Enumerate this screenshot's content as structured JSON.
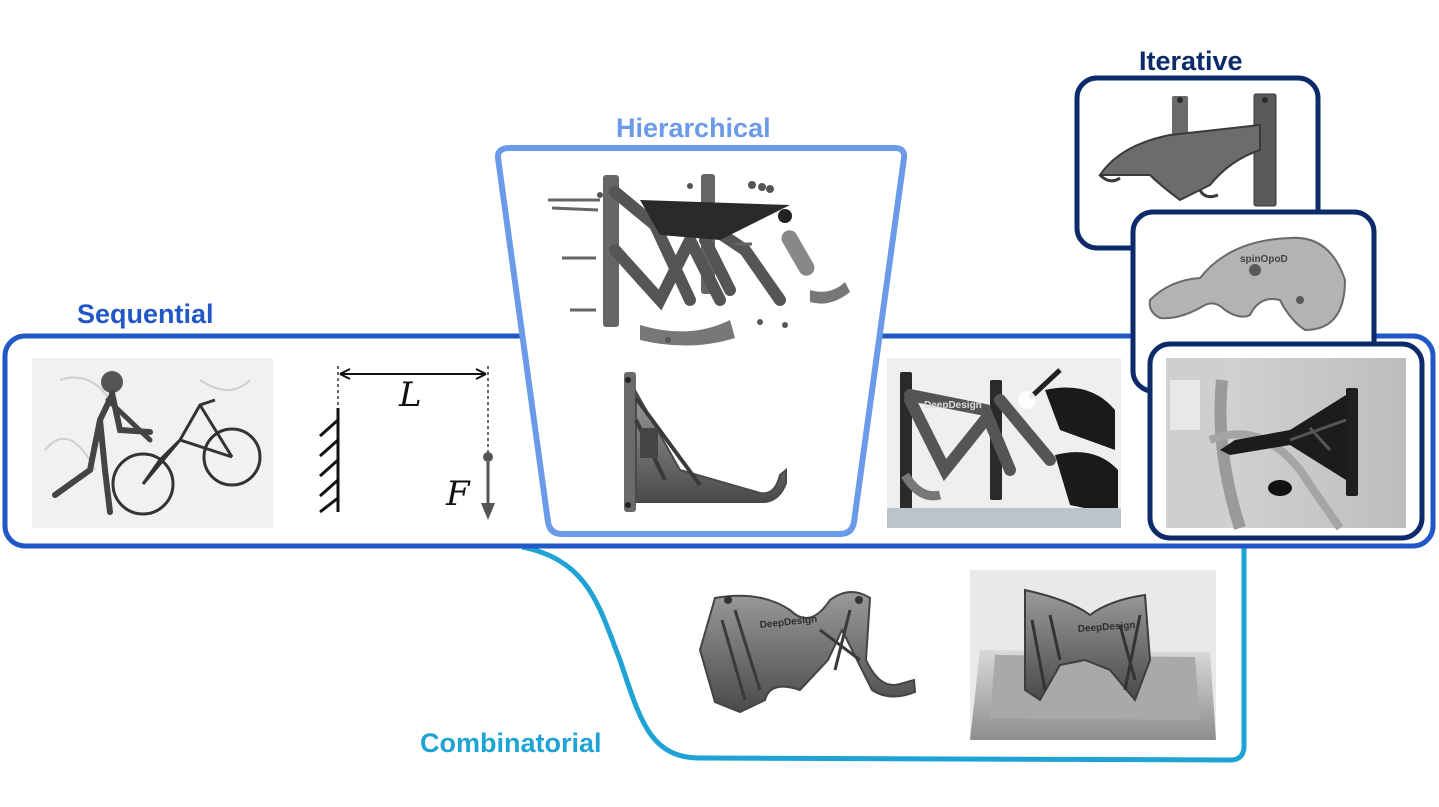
{
  "labels": {
    "iterative": "Iterative",
    "hierarchical": "Hierarchical",
    "sequential": "Sequential",
    "combinatorial": "Combinatorial"
  },
  "diagram": {
    "length_symbol": "L",
    "force_symbol": "F"
  },
  "embossed": {
    "brand": "DeepDesign",
    "rack_logo": "spinOpoD"
  },
  "colors": {
    "iterative": "#0d2a6b",
    "hierarchical": "#6b9be8",
    "sequential": "#2257c7",
    "combinatorial": "#1ea3d4"
  }
}
